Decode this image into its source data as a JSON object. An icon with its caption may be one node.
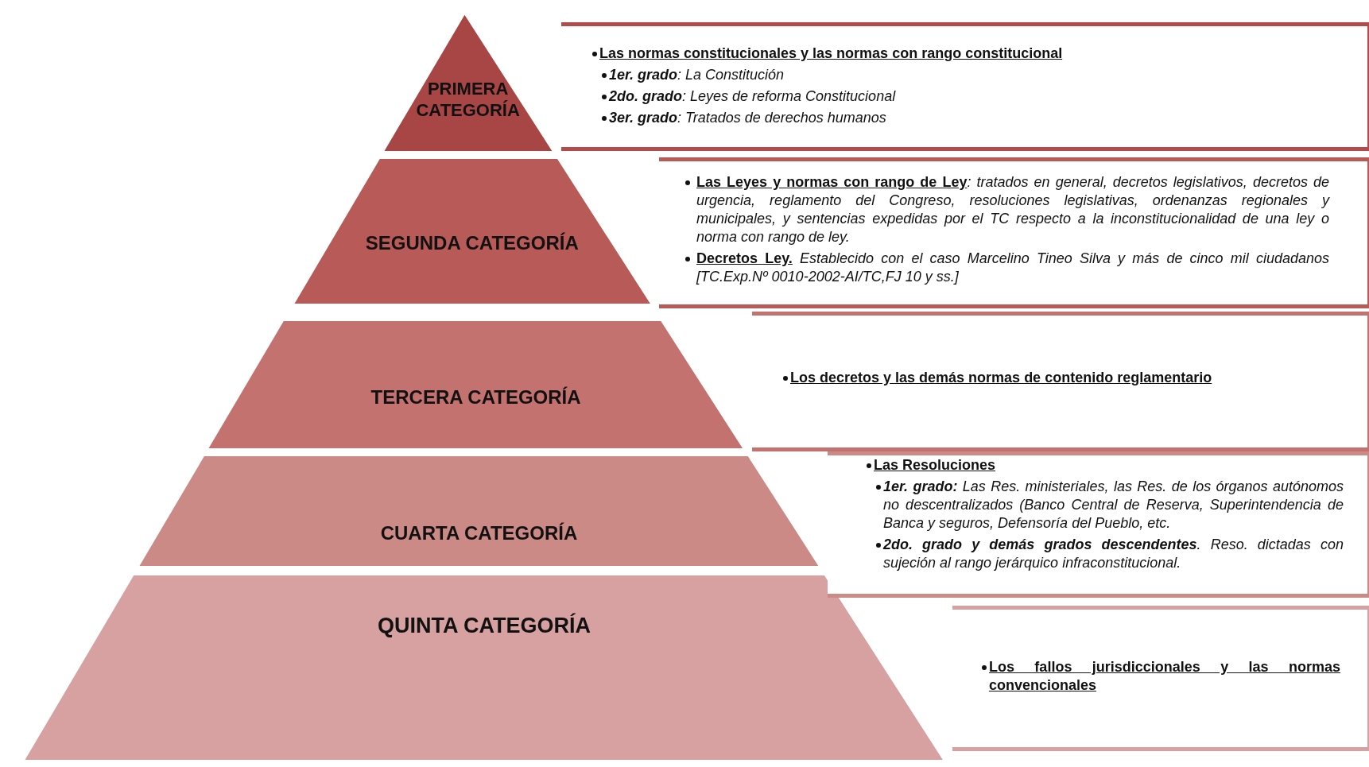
{
  "diagram": {
    "nodes": [
      {
        "text": [
          "PRIMERA CATEGORÍA"
        ]
      },
      {
        "text": [
          "SEGUNDA CATEGORÍA"
        ]
      },
      {
        "text": [
          "TERCERA CATEGORÍA"
        ]
      },
      {
        "text": [
          "CUARTA CATEGORÍA"
        ]
      },
      {
        "text": [
          "QUINTA CATEGORÍA"
        ]
      },
      {
        "text": [
          "Las normas constitucionales y las normas con rango constitucional",
          "**1er. grado**: La Constitución",
          "**2do. grado**: Leyes de reforma Constitucional",
          "**3er. grado**: Tratados de derechos humanos"
        ]
      },
      {
        "text": [
          "**Las Leyes y normas con rango de Ley**: tratados en general, decretos legislativos, decretos de urgencia, reglamento del Congreso, resoluciones legislativas, ordenanzas regionales y municipales, y sentencias expedidas por el TC respecto a la inconstitucionalidad de una ley o norma con rango de ley.",
          "**Decretos Ley.** Establecido con el caso Marcelino Tineo Silva y más de cinco mil ciudadanos [TC.Exp.Nº 0010-2002-AI/TC,FJ 10 y ss.]"
        ]
      },
      {
        "text": [
          "Los decretos y las demás normas de contenido reglamentario"
        ]
      },
      {
        "text": [
          "Las Resoluciones",
          "**1er. grado:** Las Res. ministeriales, las Res. de los  órganos autónomos no descentralizados (Banco Central de Reserva, Superintendencia de Banca y seguros, Defensoría del Pueblo, etc.",
          "**2do. grado y demás grados descendentes**. Reso. dictadas con sujeción al rango jerárquico infraconstitucional."
        ]
      },
      {
        "text": [
          "Los fallos jurisdiccionales y las normas convencionales"
        ]
      }
    ]
  }
}
